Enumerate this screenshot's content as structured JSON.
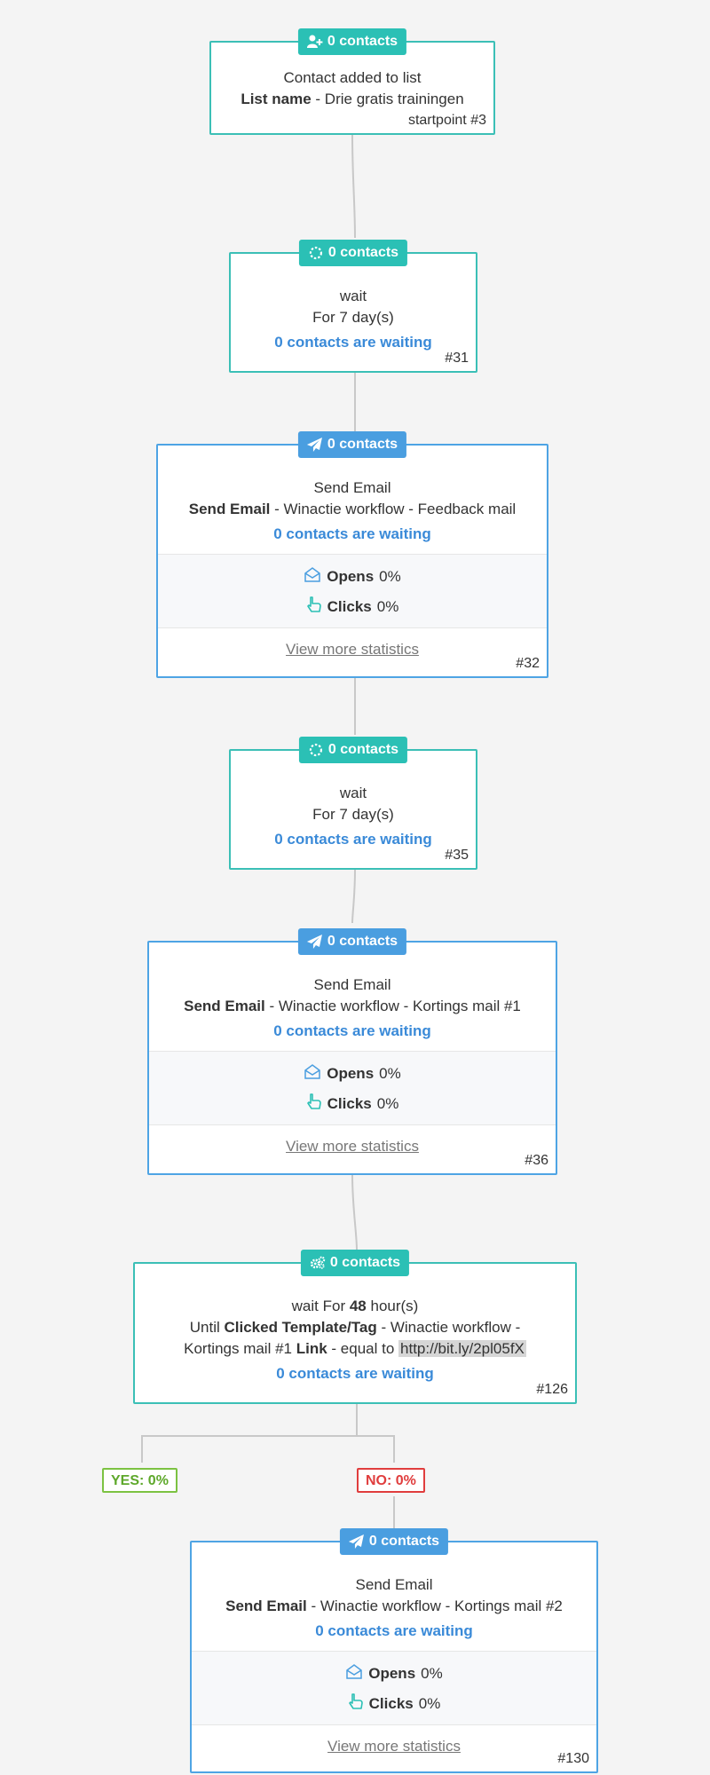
{
  "nodes": {
    "start": {
      "badge": "0 contacts",
      "title": "Contact added to list",
      "list_label": "List name",
      "list_value": " - Drie gratis trainingen",
      "startpoint": "startpoint #3"
    },
    "wait1": {
      "badge": "0 contacts",
      "title": "wait",
      "duration": "For 7 day(s)",
      "waiting": "0 contacts are waiting",
      "id": "#31"
    },
    "email1": {
      "badge": "0 contacts",
      "title": "Send Email",
      "detail_label": "Send Email",
      "detail_value": " - Winactie workflow - Feedback mail",
      "waiting": "0 contacts are waiting",
      "opens_label": "Opens",
      "opens_value": "0%",
      "clicks_label": "Clicks",
      "clicks_value": "0%",
      "more": "View more statistics",
      "id": "#32"
    },
    "wait2": {
      "badge": "0 contacts",
      "title": "wait",
      "duration": "For 7 day(s)",
      "waiting": "0 contacts are waiting",
      "id": "#35"
    },
    "email2": {
      "badge": "0 contacts",
      "title": "Send Email",
      "detail_label": "Send Email",
      "detail_value": " - Winactie workflow - Kortings mail #1",
      "waiting": "0 contacts are waiting",
      "opens_label": "Opens",
      "opens_value": "0%",
      "clicks_label": "Clicks",
      "clicks_value": "0%",
      "more": "View more statistics",
      "id": "#36"
    },
    "cond": {
      "badge": "0 contacts",
      "wait_prefix": "wait For ",
      "wait_amount": "48",
      "wait_suffix": " hour(s)",
      "until_label": "Until",
      "clicked_label": "Clicked Template/Tag",
      "clicked_value": " - Winactie workflow -",
      "line3_prefix": "Kortings mail #1 ",
      "link_label": "Link",
      "equal_text": " - equal to ",
      "url": "http://bit.ly/2pl05fX",
      "waiting": "0 contacts are waiting",
      "id": "#126"
    },
    "email3": {
      "badge": "0 contacts",
      "title": "Send Email",
      "detail_label": "Send Email",
      "detail_value": " - Winactie workflow - Kortings mail #2",
      "waiting": "0 contacts are waiting",
      "opens_label": "Opens",
      "opens_value": "0%",
      "clicks_label": "Clicks",
      "clicks_value": "0%",
      "more": "View more statistics",
      "id": "#130"
    }
  },
  "branches": {
    "yes": "YES: 0%",
    "no": "NO: 0%"
  },
  "colors": {
    "teal": "#2bc0b5",
    "blue": "#4a9ee0",
    "yes": "#7cc242",
    "no": "#e03d3d"
  },
  "icons": {
    "start_badge": "user-plus-icon",
    "wait_badge": "spinner-icon",
    "email_badge": "paper-plane-icon",
    "cond_badge": "cogs-icon",
    "opens": "envelope-open-icon",
    "clicks": "hand-pointer-icon"
  }
}
